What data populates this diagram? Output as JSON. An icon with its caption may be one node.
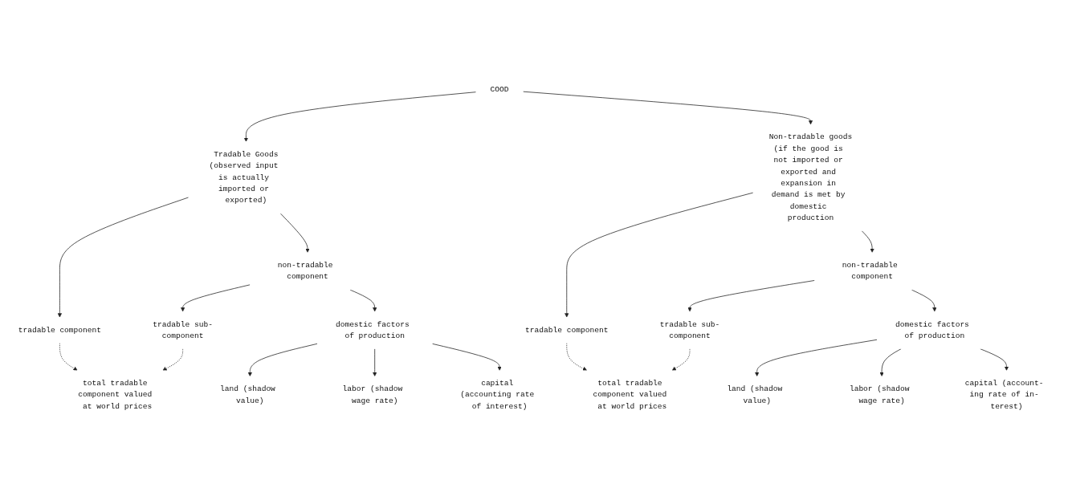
{
  "diagram": {
    "nodes": [
      {
        "text": [
          "COOD"
        ]
      },
      {
        "text": [
          "Tradable Goods",
          "(observed input is actually imported or exported)"
        ]
      },
      {
        "text": [
          "Non-tradable goods",
          "(if the good is not imported or exported and expansion in demand is met by domestic production"
        ]
      },
      {
        "text": [
          "tradable component"
        ]
      },
      {
        "text": [
          "non-tradable component"
        ]
      },
      {
        "text": [
          "tradable sub-component"
        ]
      },
      {
        "text": [
          "total tradable component valued at world prices"
        ]
      },
      {
        "text": [
          "domestic factors of production"
        ]
      },
      {
        "text": [
          "land (shadow value)"
        ]
      },
      {
        "text": [
          "labor (shadow wage rate)"
        ]
      },
      {
        "text": [
          "capital (accounting rate of interest)"
        ]
      },
      {
        "text": [
          "tradable component"
        ]
      },
      {
        "text": [
          "non-tradable component"
        ]
      },
      {
        "text": [
          "tradable sub-component"
        ]
      },
      {
        "text": [
          "total tradable component valued at world prices"
        ]
      },
      {
        "text": [
          "domestic factors of production"
        ]
      },
      {
        "text": [
          "land (shadow value)"
        ]
      },
      {
        "text": [
          "labor (shadow wage rate)"
        ]
      },
      {
        "text": [
          "capital (account- ing rate of in- terest)"
        ]
      }
    ],
    "edges": [
      {
        "from": 0,
        "to": 1,
        "arrow": "to"
      },
      {
        "from": 0,
        "to": 2,
        "arrow": "to"
      },
      {
        "from": 1,
        "to": 3,
        "arrow": "to"
      },
      {
        "from": 1,
        "to": 4,
        "arrow": "to"
      },
      {
        "from": 3,
        "to": 6,
        "arrow": "to",
        "style": "dashed"
      },
      {
        "from": 4,
        "to": 5,
        "arrow": "to"
      },
      {
        "from": 4,
        "to": 7,
        "arrow": "to"
      },
      {
        "from": 5,
        "to": 6,
        "arrow": "to",
        "style": "dashed"
      },
      {
        "from": 7,
        "to": 8,
        "arrow": "to"
      },
      {
        "from": 7,
        "to": 9,
        "arrow": "to"
      },
      {
        "from": 7,
        "to": 10,
        "arrow": "to"
      },
      {
        "from": 2,
        "to": 11,
        "arrow": "to"
      },
      {
        "from": 2,
        "to": 12,
        "arrow": "to"
      },
      {
        "from": 11,
        "to": 14,
        "arrow": "to",
        "style": "dashed"
      },
      {
        "from": 12,
        "to": 13,
        "arrow": "to"
      },
      {
        "from": 12,
        "to": 15,
        "arrow": "to"
      },
      {
        "from": 13,
        "to": 14,
        "arrow": "to",
        "style": "dashed"
      },
      {
        "from": 15,
        "to": 16,
        "arrow": "to"
      },
      {
        "from": 15,
        "to": 17,
        "arrow": "to"
      },
      {
        "from": 15,
        "to": 18,
        "arrow": "to"
      }
    ]
  }
}
